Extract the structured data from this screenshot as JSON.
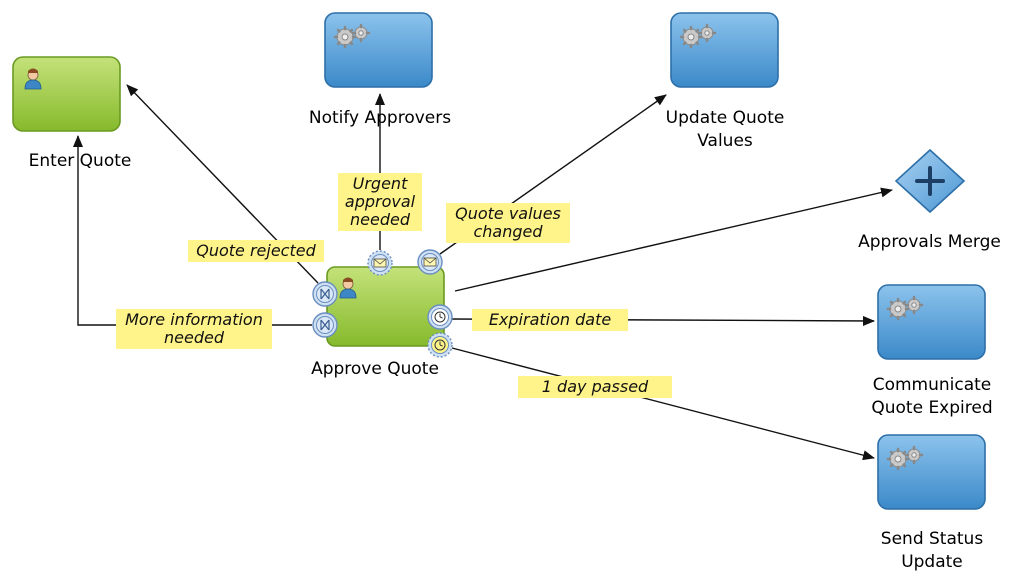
{
  "nodes": {
    "enter_quote": {
      "lines": [
        "Enter Quote"
      ]
    },
    "notify_approvers": {
      "lines": [
        "Notify Approvers"
      ]
    },
    "update_quote_values": {
      "lines": [
        "Update Quote",
        "Values"
      ]
    },
    "approvals_merge": {
      "lines": [
        "Approvals Merge"
      ]
    },
    "approve_quote": {
      "lines": [
        "Approve Quote"
      ]
    },
    "communicate_quote_expired": {
      "lines": [
        "Communicate",
        "Quote Expired"
      ]
    },
    "send_status_update": {
      "lines": [
        "Send Status",
        "Update"
      ]
    }
  },
  "edge_labels": {
    "quote_rejected": {
      "lines": [
        "Quote rejected"
      ]
    },
    "urgent_approval": {
      "lines": [
        "Urgent",
        "approval",
        "needed"
      ]
    },
    "quote_values_changed": {
      "lines": [
        "Quote values",
        "changed"
      ]
    },
    "more_information": {
      "lines": [
        "More information",
        "needed"
      ]
    },
    "expiration_date": {
      "lines": [
        "Expiration date"
      ]
    },
    "one_day_passed": {
      "lines": [
        "1 day passed"
      ]
    }
  },
  "colors": {
    "user_task_fill": "#9ccb3e",
    "service_task_fill": "#5fa4d8",
    "gateway_fill": "#6fb0e3",
    "event_fill": "#b9d3ee",
    "note_fill": "#fff48a",
    "edge": "#111111"
  },
  "icons": {
    "user_task": "user-icon",
    "service_task": "gears-icon",
    "gateway": "parallel-gateway-plus-icon",
    "message_event": "envelope-icon",
    "escalation_event": "escalation-icon",
    "timer_event": "clock-icon"
  }
}
